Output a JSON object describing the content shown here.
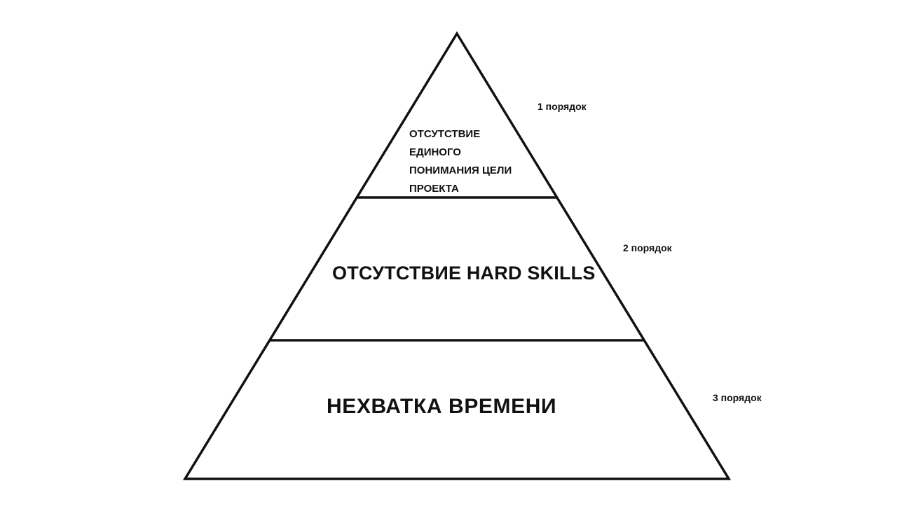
{
  "pyramid": {
    "tiers": [
      {
        "lines": [
          "ОТСУТСТВИЕ",
          "ЕДИНОГО",
          "ПОНИМАНИЯ ЦЕЛИ",
          "ПРОЕКТА"
        ],
        "order_label": "1 порядок"
      },
      {
        "text": "ОТСУТСТВИЕ HARD SKILLS",
        "order_label": "2 порядок"
      },
      {
        "text": "НЕХВАТКА ВРЕМЕНИ",
        "order_label": "3 порядок"
      }
    ]
  },
  "colors": {
    "stroke": "#111111",
    "background": "#ffffff"
  }
}
